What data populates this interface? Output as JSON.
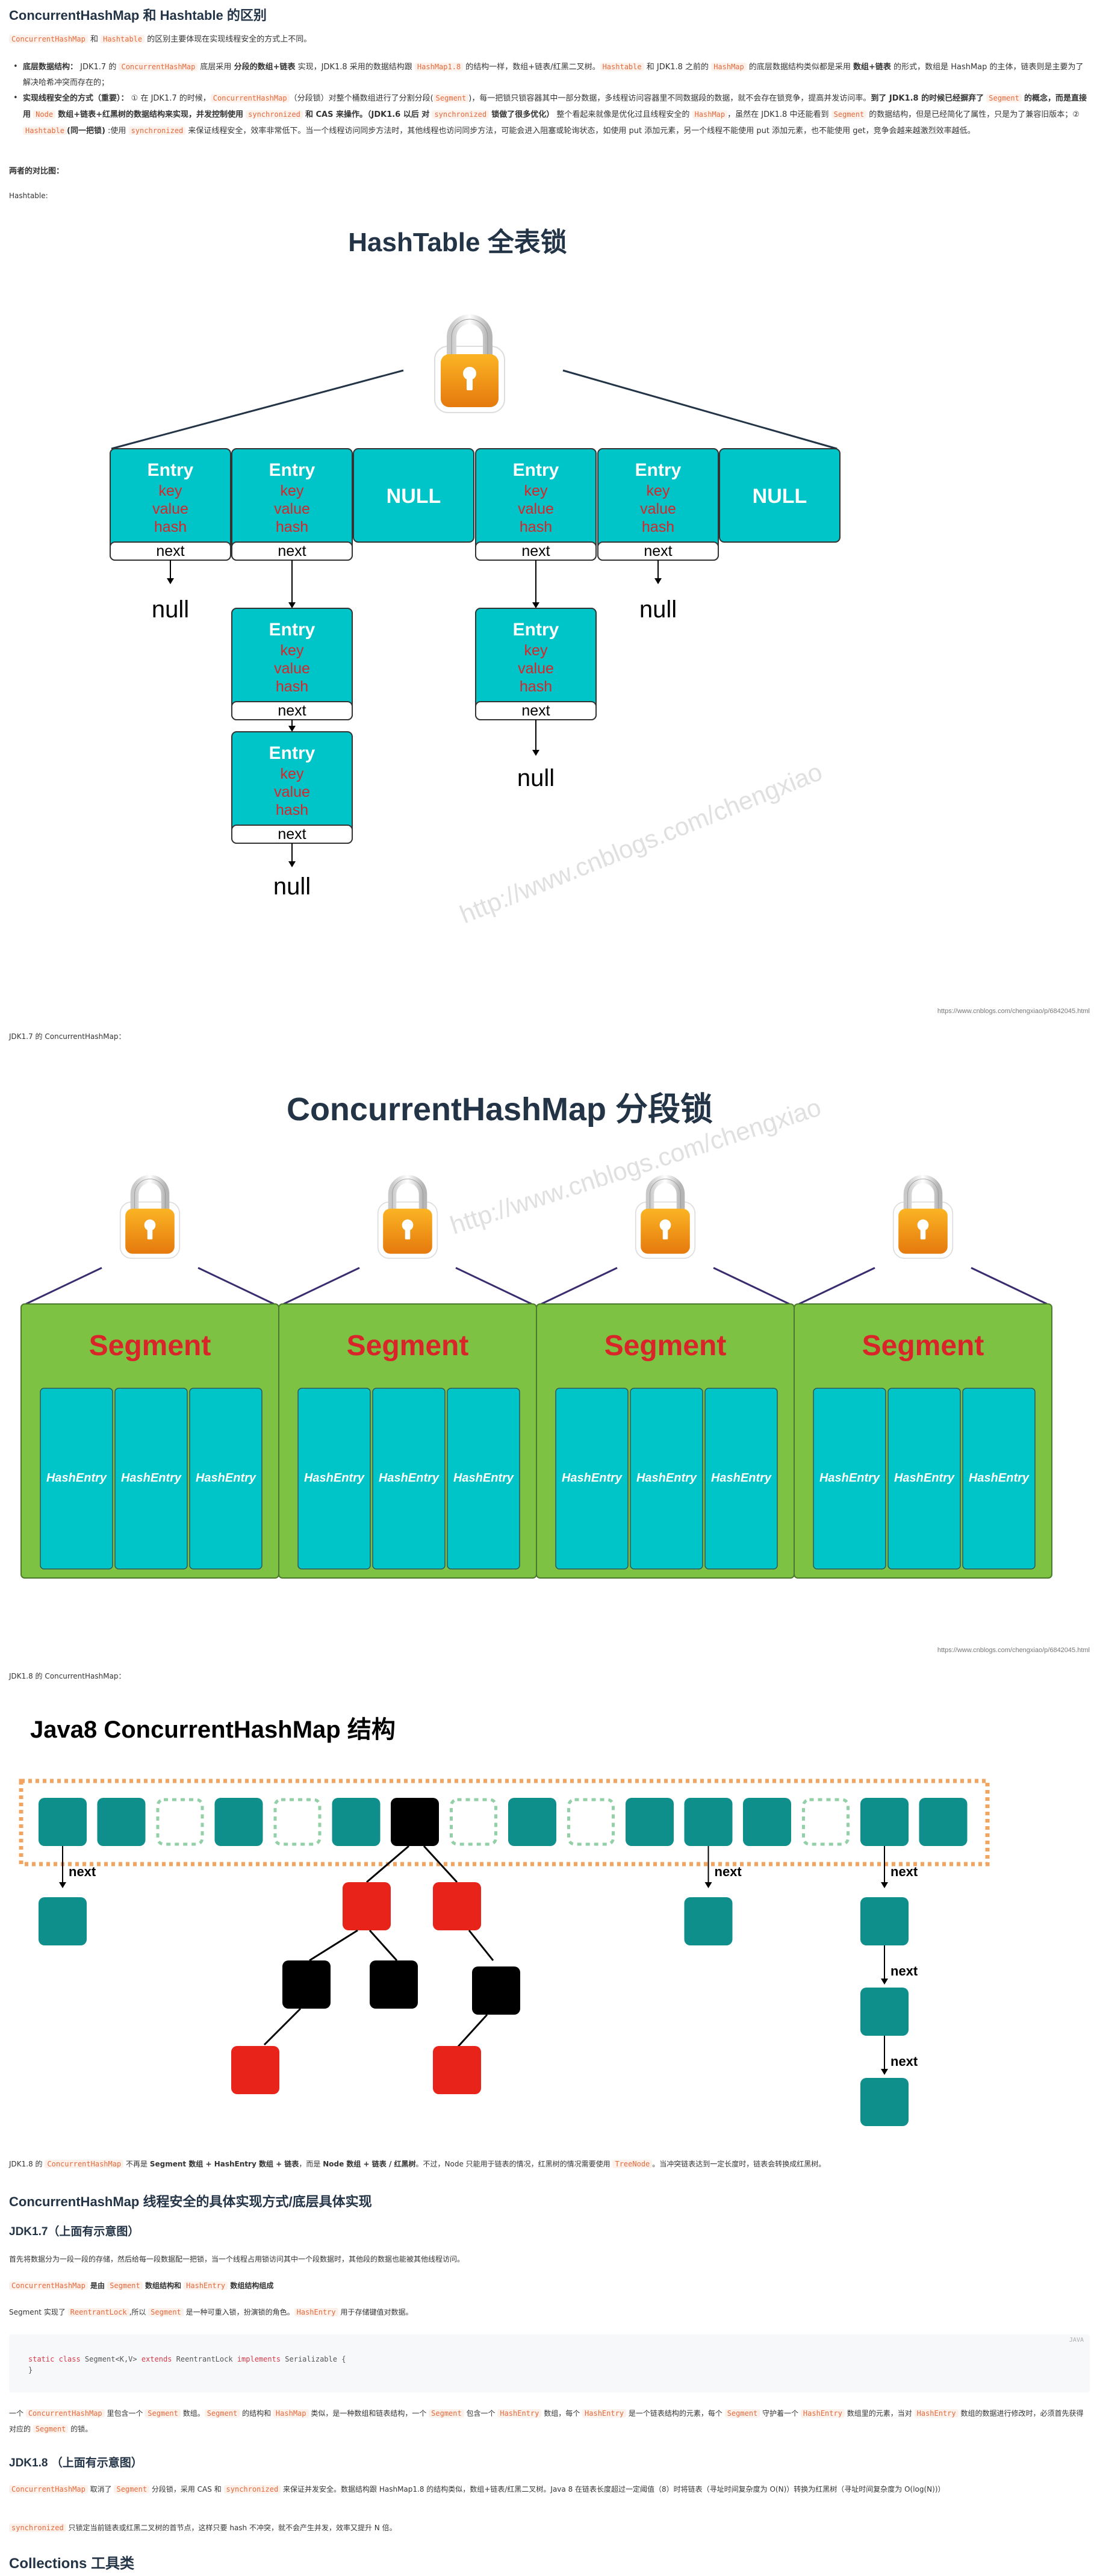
{
  "title": "ConcurrentHashMap 和 Hashtable 的区别",
  "intro": {
    "c1": "ConcurrentHashMap",
    "mid": " 和 ",
    "c2": "Hashtable",
    "rest": " 的区别主要体现在实现线程安全的方式上不同。"
  },
  "bullet1": {
    "b": "底层数据结构：",
    "t1": "JDK1.7 的 ",
    "c1": "ConcurrentHashMap",
    "t2": " 底层采用 ",
    "b2": "分段的数组+链表",
    "t3": " 实现，JDK1.8 采用的数据结构跟 ",
    "c2": "HashMap1.8",
    "t4": " 的结构一样，数组+链表/红黑二叉树。",
    "c3": "Hashtable",
    "t5": " 和 JDK1.8 之前的 ",
    "c4": "HashMap",
    "t6": " 的底层数据结构类似都是采用 ",
    "b3": "数组+链表",
    "t7": " 的形式，数组是 HashMap 的主体，链表则是主要为了解决哈希冲突而存在的；"
  },
  "bullet2": {
    "b": "实现线程安全的方式（重要）：",
    "t1": "① 在 JDK1.7 的时候，",
    "c1": "ConcurrentHashMap",
    "t2": "（分段锁）对整个桶数组进行了分割分段(",
    "c2": "Segment",
    "t3": ")，每一把锁只锁容器其中一部分数据，多线程访问容器里不同数据段的数据，就不会存在锁竞争，提高并发访问率。",
    "b2": "到了 JDK1.8 的时候已经摒弃了",
    "c3": "Segment",
    "b3": "的概念，而是直接用",
    "c4": "Node",
    "b4": "数组+链表+红黑树的数据结构来实现，并发控制使用",
    "c5": "synchronized",
    "b5": "和 CAS 来操作。（JDK1.6 以后 对",
    "c6": "synchronized",
    "b6": "锁做了很多优化）",
    "t4": " 整个看起来就像是优化过且线程安全的 ",
    "c7": "HashMap",
    "t5": "，虽然在 JDK1.8 中还能看到 ",
    "c8": "Segment",
    "t6": " 的数据结构，但是已经简化了属性，只是为了兼容旧版本；② ",
    "c9": "Hashtable",
    "b7": "(同一把锁)",
    "t7": " :使用 ",
    "c10": "synchronized",
    "t8": " 来保证线程安全，效率非常低下。当一个线程访问同步方法时，其他线程也访问同步方法，可能会进入阻塞或轮询状态，如使用 put 添加元素，另一个线程不能使用 put 添加元素，也不能使用 get，竞争会越来越激烈效率越低。"
  },
  "compare_label": "两者的对比图：",
  "hashtable_label": "Hashtable:",
  "fig1": {
    "title": "HashTable 全表锁",
    "entry": "Entry",
    "key": "key",
    "value": "value",
    "hash": "hash",
    "next": "next",
    "null_box": "NULL",
    "null": "null",
    "watermark": "http://www.cnblogs.com/chengxiao",
    "url": "https://www.cnblogs.com/chengxiao/p/6842045.html"
  },
  "jdk17_label": "JDK1.7 的 ConcurrentHashMap：",
  "fig2": {
    "title": "ConcurrentHashMap 分段锁",
    "segment": "Segment",
    "hashentry": "HashEntry",
    "watermark": "http://www.cnblogs.com/chengxiao",
    "url": "https://www.cnblogs.com/chengxiao/p/6842045.html"
  },
  "jdk18_label": "JDK1.8 的 ConcurrentHashMap：",
  "fig3": {
    "title": "Java8 ConcurrentHashMap 结构",
    "next": "next"
  },
  "para_jdk18": {
    "t1": "JDK1.8 的 ",
    "c1": "ConcurrentHashMap",
    "t2": " 不再是 ",
    "b1": "Segment 数组 + HashEntry 数组 + 链表",
    "t3": "，而是 ",
    "b2": "Node 数组 + 链表 / 红黑树",
    "t4": "。不过，Node 只能用于链表的情况，红黑树的情况需要使用 ",
    "c2": "TreeNode",
    "t5": "。当冲突链表达到一定长度时，链表会转换成红黑树。"
  },
  "section2_title": "ConcurrentHashMap 线程安全的具体实现方式/底层具体实现",
  "sub1_title": "JDK1.7（上面有示意图）",
  "p_a": "首先将数据分为一段一段的存储，然后给每一段数据配一把锁，当一个线程占用锁访问其中一个段数据时，其他段的数据也能被其他线程访问。",
  "p_b": {
    "c1": "ConcurrentHashMap",
    "b1": " 是由 ",
    "c2": "Segment",
    "b2": " 数组结构和 ",
    "c3": "HashEntry",
    "b3": " 数组结构组成"
  },
  "p_c": {
    "t1": "Segment 实现了 ",
    "c1": "ReentrantLock",
    "t2": ",所以 ",
    "c2": "Segment",
    "t3": " 是一种可重入锁，扮演锁的角色。",
    "c3": "HashEntry",
    "t4": " 用于存储键值对数据。"
  },
  "codeblock": {
    "lang": "JAVA",
    "line1_kw1": "static class",
    "line1_t": " Segment<K,V> ",
    "line1_kw2": "extends",
    "line1_t2": " ReentrantLock ",
    "line1_kw3": "implements",
    "line1_t3": " Serializable {",
    "line2": "}"
  },
  "p_d": {
    "t1": "一个 ",
    "c1": "ConcurrentHashMap",
    "t2": " 里包含一个 ",
    "c2": "Segment",
    "t3": " 数组。",
    "c3": "Segment",
    "t4": " 的结构和 ",
    "c4": "HashMap",
    "t5": " 类似，是一种数组和链表结构，一个 ",
    "c5": "Segment",
    "t6": " 包含一个 ",
    "c6": "HashEntry",
    "t7": " 数组，每个 ",
    "c7": "HashEntry",
    "t8": " 是一个链表结构的元素，每个 ",
    "c8": "Segment",
    "t9": " 守护着一个 ",
    "c9": "HashEntry",
    "t10": " 数组里的元素，当对 ",
    "c10": "HashEntry",
    "t11": " 数组的数据进行修改时，必须首先获得对应的 ",
    "c11": "Segment",
    "t12": " 的锁。"
  },
  "sub2_title": "JDK1.8 （上面有示意图）",
  "p_e": {
    "c1": "ConcurrentHashMap",
    "t1": " 取消了 ",
    "c2": "Segment",
    "t2": " 分段锁，采用 CAS 和 ",
    "c3": "synchronized",
    "t3": " 来保证并发安全。数据结构跟 HashMap1.8 的结构类似，数组+链表/红黑二叉树。Java 8 在链表长度超过一定阈值（8）时将链表（寻址时间复杂度为 O(N)）转换为红黑树（寻址时间复杂度为 O(log(N))）"
  },
  "p_f": {
    "c1": "synchronized",
    "t1": " 只锁定当前链表或红黑二叉树的首节点，这样只要 hash 不冲突，就不会产生并发，效率又提升 N 倍。"
  },
  "section3_title": "Collections 工具类",
  "colors": {
    "teal": "#00c5c8",
    "dark_teal": "#0f8f8c",
    "green": "#7dc242",
    "red_text": "#d9252a",
    "red_node": "#e8231a",
    "navy": "#243447",
    "orange_lock": "#f29c12"
  }
}
